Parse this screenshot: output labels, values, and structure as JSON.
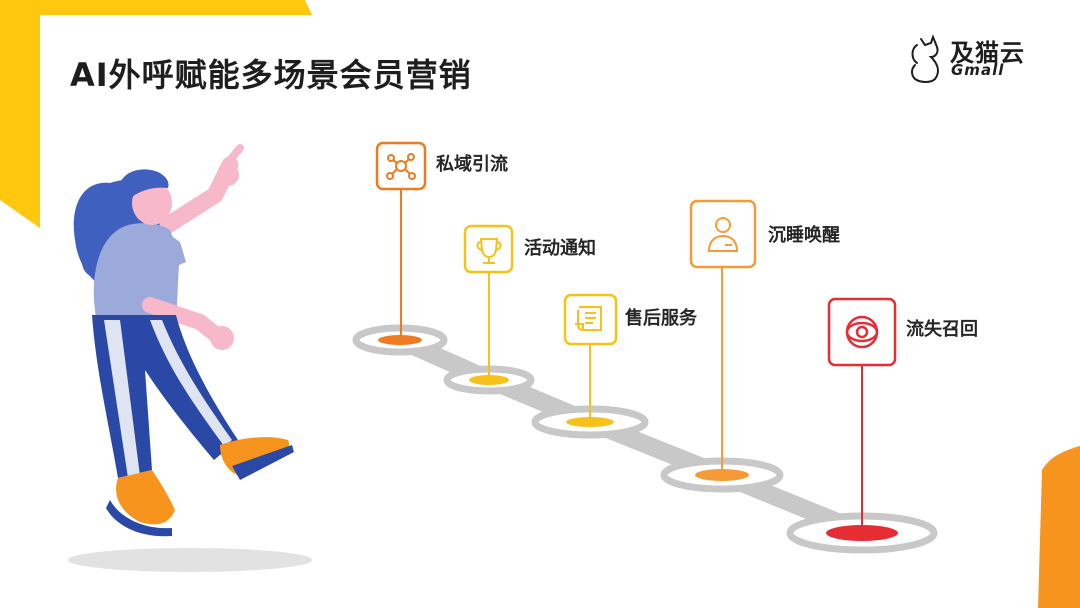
{
  "title": "AI外呼赋能多场景会员营销",
  "brand": {
    "name_cn": "及猫云",
    "name_en": "Gmall"
  },
  "colors": {
    "yellow": "#FFC80E",
    "orange": "#F7941D",
    "red": "#E52D33",
    "path": "#C4C4C4"
  },
  "steps": [
    {
      "label": "私域引流",
      "icon": "network-icon",
      "color": "#EE7A22"
    },
    {
      "label": "活动通知",
      "icon": "trophy-icon",
      "color": "#F6C21A"
    },
    {
      "label": "售后服务",
      "icon": "scroll-icon",
      "color": "#F6C21A"
    },
    {
      "label": "沉睡唤醒",
      "icon": "user-icon",
      "color": "#F59A37"
    },
    {
      "label": "流失召回",
      "icon": "target-icon",
      "color": "#E52D33"
    }
  ]
}
